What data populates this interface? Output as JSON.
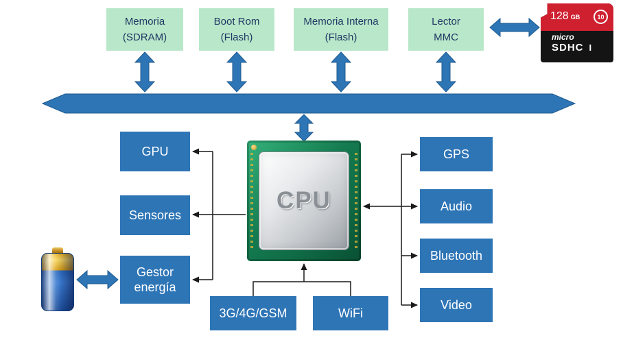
{
  "modules": {
    "top": [
      {
        "line1": "Memoria",
        "line2": "(SDRAM)"
      },
      {
        "line1": "Boot Rom",
        "line2": "(Flash)"
      },
      {
        "line1": "Memoria Interna",
        "line2": "(Flash)"
      },
      {
        "line1": "Lector",
        "line2": "MMC"
      }
    ],
    "left": [
      {
        "label": "GPU"
      },
      {
        "label": "Sensores"
      },
      {
        "label": "Gestor energía"
      }
    ],
    "right": [
      {
        "label": "GPS"
      },
      {
        "label": "Audio"
      },
      {
        "label": "Bluetooth"
      },
      {
        "label": "Video"
      }
    ],
    "bottom": [
      {
        "label": "3G/4G/GSM"
      },
      {
        "label": "WiFi"
      }
    ]
  },
  "cpu": {
    "label": "CPU"
  },
  "sd_card": {
    "capacity": "128",
    "unit": "GB",
    "speed_class": "10",
    "brand": "micro",
    "type": "SDHC",
    "uhs": "I"
  },
  "colors": {
    "module_blue": "#2e75b6",
    "module_blue_dark": "#1f5a8e",
    "module_green": "#b9e7c9",
    "text_navy": "#1f3864",
    "connector_black": "#1a1a1a",
    "sd_red": "#cf2030",
    "battery_blue": "#2d6bc4",
    "pcb_green": "#14784e"
  }
}
